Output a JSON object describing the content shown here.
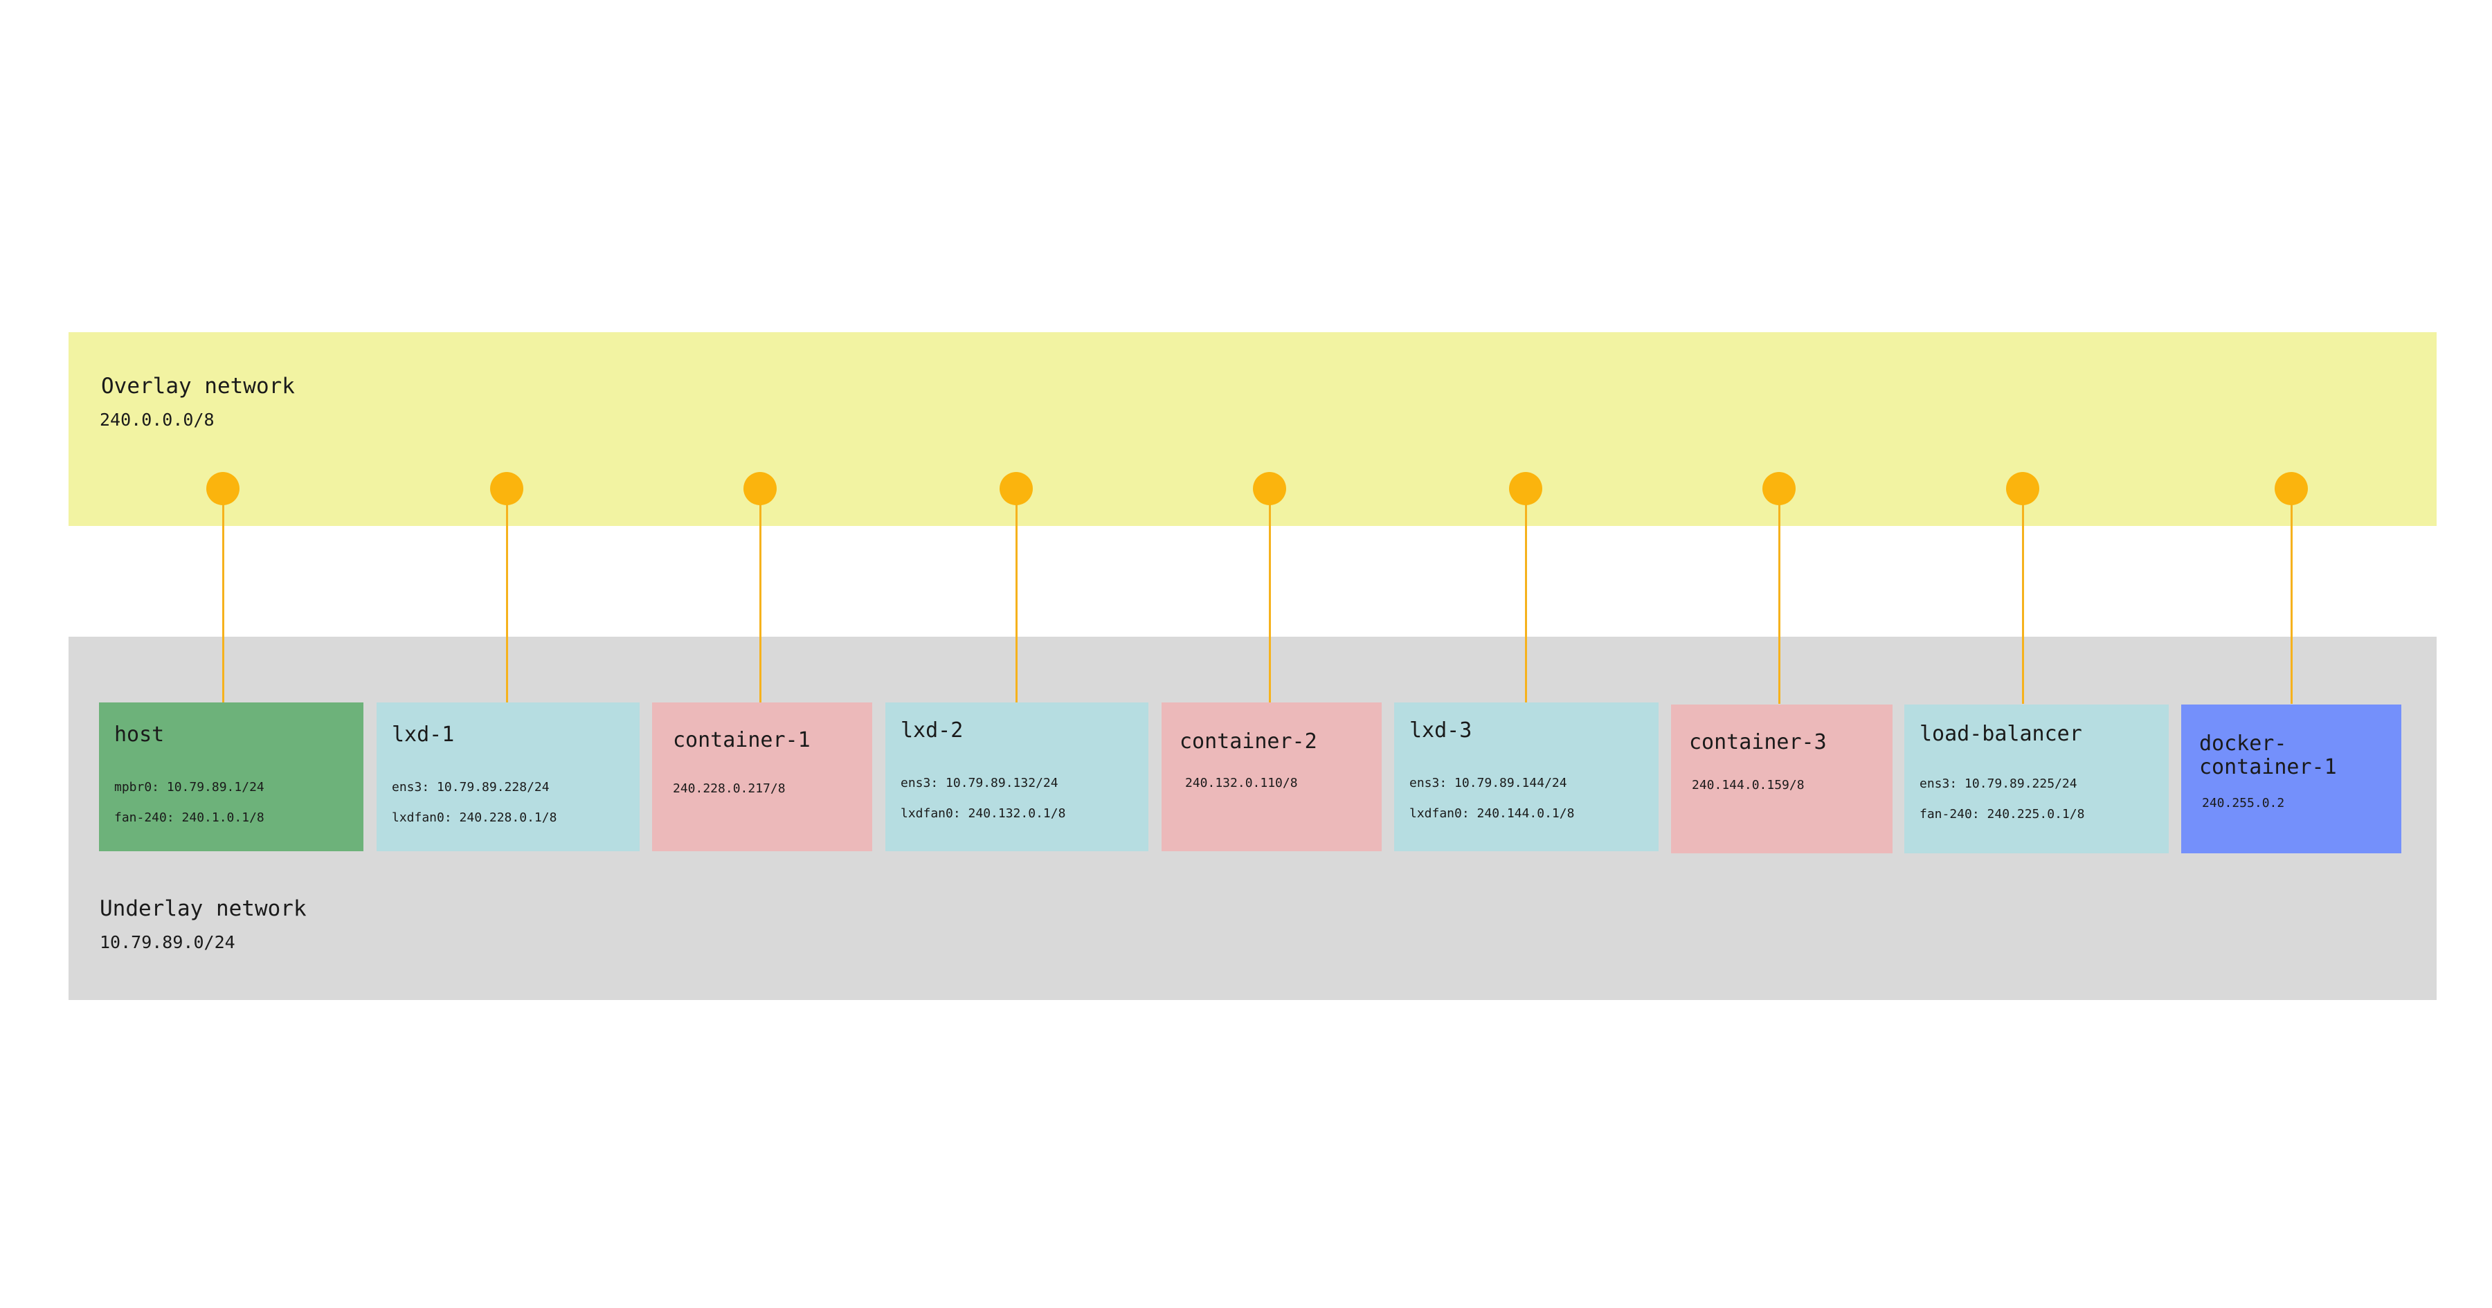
{
  "overlay": {
    "title": "Overlay network",
    "cidr": "240.0.0.0/8"
  },
  "underlay": {
    "title": "Underlay network",
    "cidr": "10.79.89.0/24"
  },
  "nodes": [
    {
      "name": "host",
      "lines": [
        "mpbr0: 10.79.89.1/24",
        "fan-240: 240.1.0.1/8"
      ],
      "color": "#6db27a"
    },
    {
      "name": "lxd-1",
      "lines": [
        "ens3: 10.79.89.228/24",
        "lxdfan0: 240.228.0.1/8"
      ],
      "color": "#b6dde1"
    },
    {
      "name": "container-1",
      "lines": [
        "240.228.0.217/8"
      ],
      "color": "#ecb9ba"
    },
    {
      "name": "lxd-2",
      "lines": [
        "ens3: 10.79.89.132/24",
        "lxdfan0: 240.132.0.1/8"
      ],
      "color": "#b6dde1"
    },
    {
      "name": "container-2",
      "lines": [
        "240.132.0.110/8"
      ],
      "color": "#ecb9ba"
    },
    {
      "name": "lxd-3",
      "lines": [
        "ens3: 10.79.89.144/24",
        "lxdfan0: 240.144.0.1/8"
      ],
      "color": "#b6dde1"
    },
    {
      "name": "container-3",
      "lines": [
        "240.144.0.159/8"
      ],
      "color": "#ecb9ba"
    },
    {
      "name": "load-balancer",
      "lines": [
        "ens3: 10.79.89.225/24",
        "fan-240: 240.225.0.1/8"
      ],
      "color": "#b6dde1"
    },
    {
      "name": "docker-container-1",
      "lines": [
        "240.255.0.2"
      ],
      "color": "#7490fb"
    }
  ],
  "connector_color": "#fbb40d"
}
